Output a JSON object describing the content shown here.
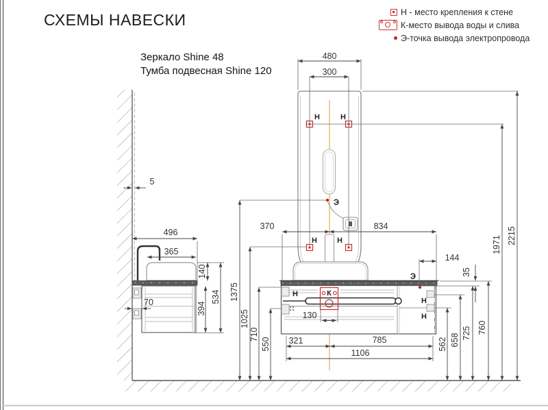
{
  "title": "СХЕМЫ НАВЕСКИ",
  "legend": {
    "items": [
      {
        "icon": "wall-mount-icon",
        "text": "Н - место крепления к стене"
      },
      {
        "icon": "water-outlet-icon",
        "text": "К-место вывода воды и слива"
      },
      {
        "icon": "electric-point-icon",
        "text": "Э-точка вывода электропровода"
      }
    ]
  },
  "products": {
    "mirror": "Зеркало Shine 48",
    "vanity": "Тумба подвесная Shine 120"
  },
  "markers": {
    "mount": "Н",
    "water": "К",
    "electric": "Э"
  },
  "dims": {
    "mirror_width": "480",
    "mirror_mount_span": "300",
    "wall_gap": "5",
    "depth_total": "496",
    "basin_depth": "365",
    "basin_height": "140",
    "side_height_total": "534",
    "cabinet_height": "394",
    "back_gap": "70",
    "mirror_electric_height": "1375",
    "mirror_lower_mount_height": "1025",
    "cabinet_top_height": "710",
    "cabinet_lower_mount_height": "550",
    "center_offset_left": "370",
    "center_offset_right": "834",
    "drain_span": "130",
    "left_span": "321",
    "right_span": "785",
    "cabinet_width": "1106",
    "right_lower_mount_height": "562",
    "right_upper_mount_height": "658",
    "countertop_bottom_height": "725",
    "countertop_height": "760",
    "electric_offset": "144",
    "electric_drop": "35",
    "upper_mount_height": "1971",
    "mirror_top_height": "2215"
  },
  "colors": {
    "marker_red": "#cc2a2a",
    "centerline_orange": "#e9a957",
    "countertop_gray": "#5d5d5d",
    "line_gray": "#4a4a4a"
  }
}
